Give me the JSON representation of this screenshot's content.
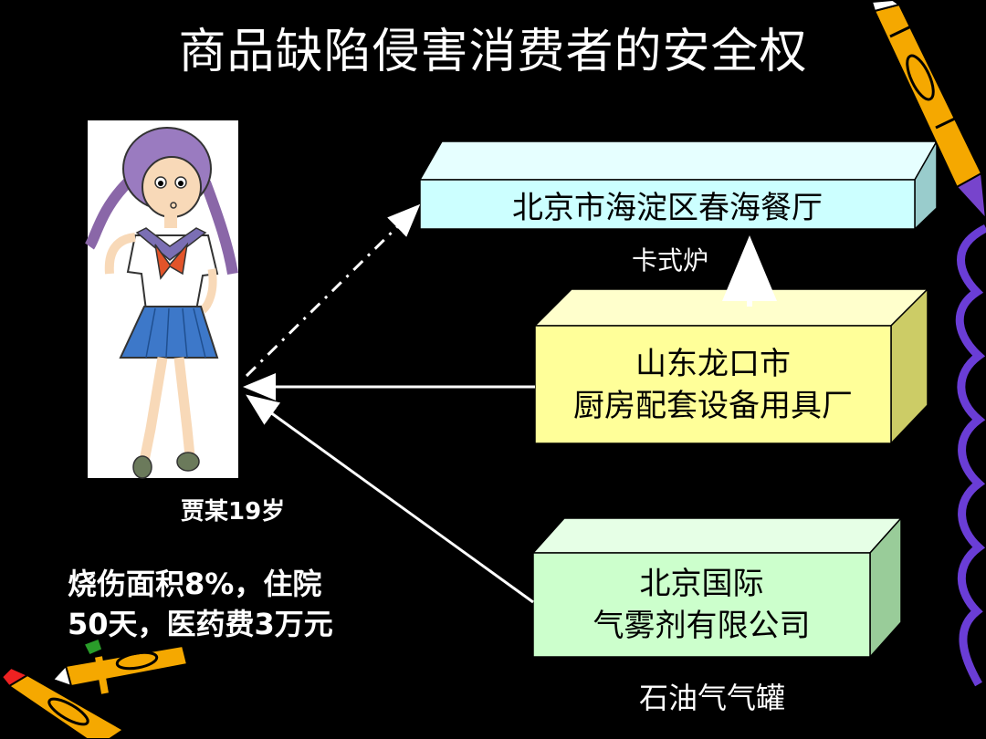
{
  "slide": {
    "title": "商品缺陷侵害消费者的安全权"
  },
  "victim": {
    "caption": "贾某19岁",
    "injury_line1": "烧伤面积8%，住院",
    "injury_line2": "50天，医药费3万元"
  },
  "entities": {
    "restaurant": {
      "name": "北京市海淀区春海餐厅",
      "color": "#ccffff"
    },
    "manufacturer": {
      "line1": "山东龙口市",
      "line2": "厨房配套设备用具厂",
      "color": "#ffff99"
    },
    "gas_company": {
      "line1": "北京国际",
      "line2": "气雾剂有限公司",
      "color": "#ccffcc"
    }
  },
  "products": {
    "stove": "卡式炉",
    "canister": "石油气气罐"
  }
}
